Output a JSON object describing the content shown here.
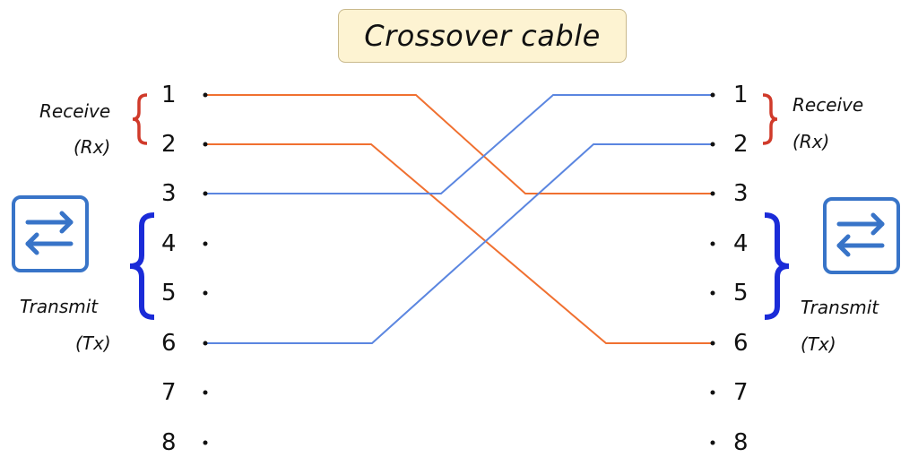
{
  "title": "Crossover cable",
  "pins": [
    "1",
    "2",
    "3",
    "4",
    "5",
    "6",
    "7",
    "8"
  ],
  "left": {
    "receive_label": "Receive",
    "receive_abbr": "(Rx)",
    "transmit_label": "Transmit",
    "transmit_abbr": "(Tx)"
  },
  "right": {
    "receive_label": "Receive",
    "receive_abbr": "(Rx)",
    "transmit_label": "Transmit",
    "transmit_abbr": "(Tx)"
  },
  "colors": {
    "orange_wire": "#f07030",
    "blue_wire": "#5b86e0",
    "receive_brace": "#d03a2a",
    "transmit_brace": "#1a2bd8",
    "switch_icon": "#3874c8"
  },
  "connections": [
    {
      "from": 1,
      "to": 3,
      "color": "orange"
    },
    {
      "from": 2,
      "to": 6,
      "color": "orange"
    },
    {
      "from": 3,
      "to": 1,
      "color": "blue"
    },
    {
      "from": 6,
      "to": 2,
      "color": "blue"
    }
  ]
}
